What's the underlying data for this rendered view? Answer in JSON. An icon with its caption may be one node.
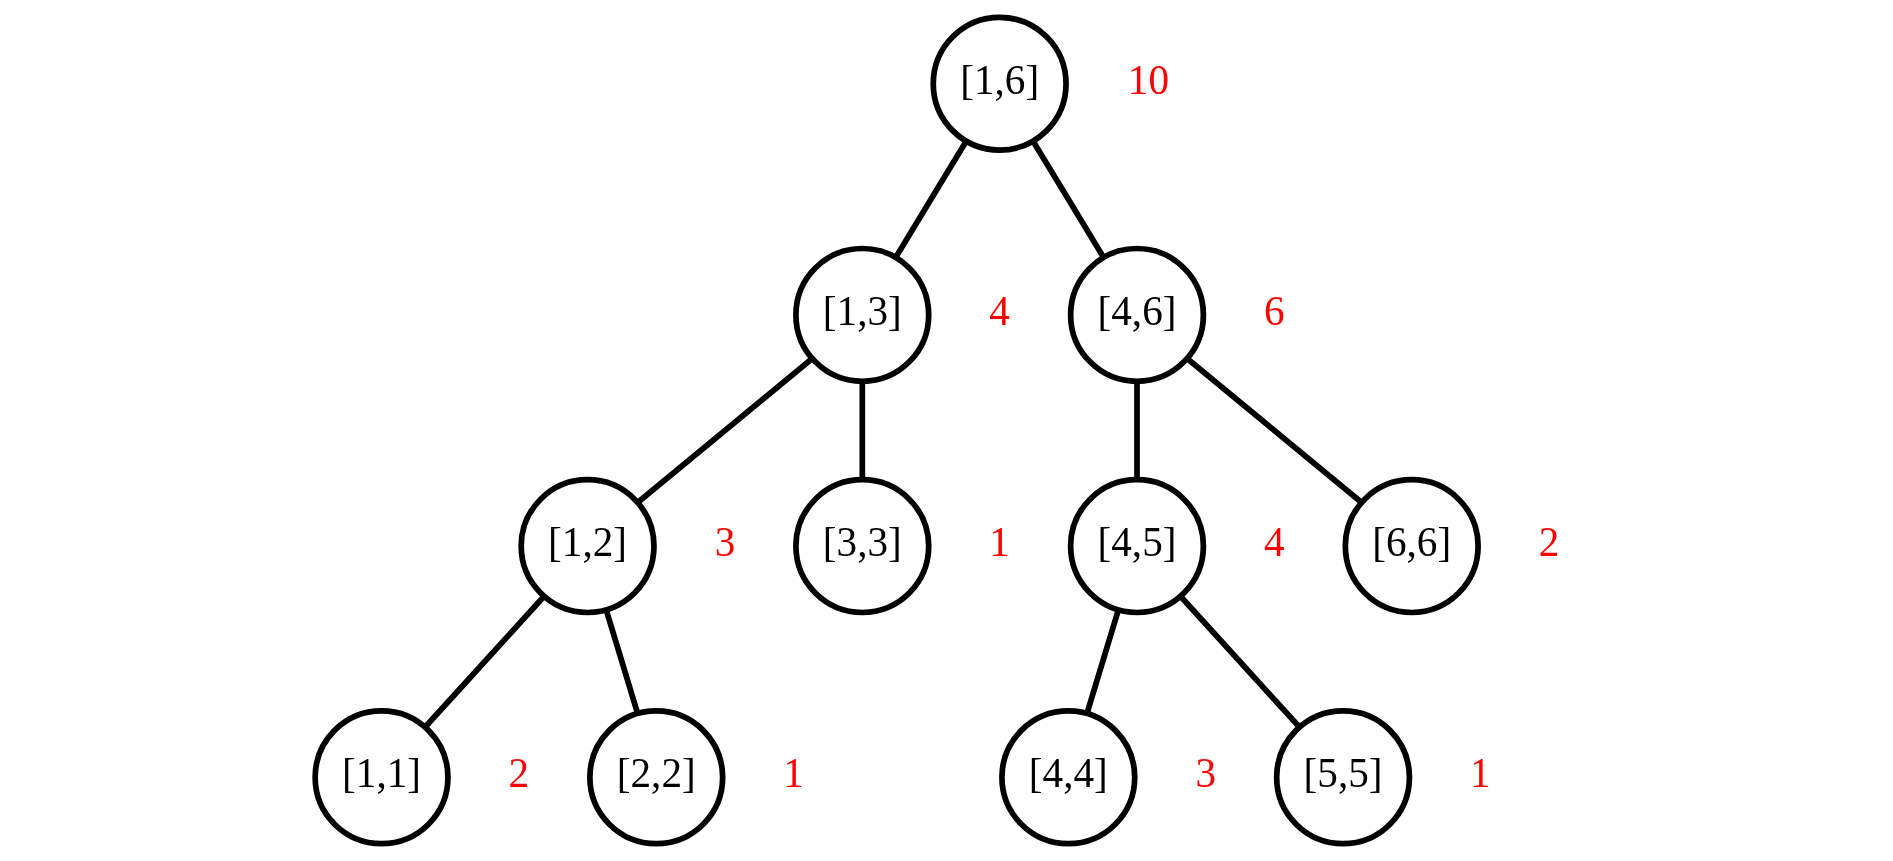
{
  "diagram": {
    "nodes": [
      {
        "text": [
          "[1,6]"
        ],
        "beside": [
          "10"
        ]
      },
      {
        "text": [
          "[1,3]"
        ],
        "beside": [
          "4"
        ]
      },
      {
        "text": [
          "[4,6]"
        ],
        "beside": [
          "6"
        ]
      },
      {
        "text": [
          "[1,2]"
        ],
        "beside": [
          "3"
        ]
      },
      {
        "text": [
          "[3,3]"
        ],
        "beside": [
          "1"
        ]
      },
      {
        "text": [
          "[4,5]"
        ],
        "beside": [
          "4"
        ]
      },
      {
        "text": [
          "[6,6]"
        ],
        "beside": [
          "2"
        ]
      },
      {
        "text": [
          "[1,1]"
        ],
        "beside": [
          "2"
        ]
      },
      {
        "text": [
          "[2,2]"
        ],
        "beside": [
          "1"
        ]
      },
      {
        "text": [
          "[4,4]"
        ],
        "beside": [
          "3"
        ]
      },
      {
        "text": [
          "[5,5]"
        ],
        "beside": [
          "1"
        ]
      }
    ],
    "edges": [
      {
        "from": 0,
        "to": 1,
        "arrow": "none"
      },
      {
        "from": 0,
        "to": 2,
        "arrow": "none"
      },
      {
        "from": 1,
        "to": 3,
        "arrow": "none"
      },
      {
        "from": 1,
        "to": 4,
        "arrow": "none"
      },
      {
        "from": 2,
        "to": 5,
        "arrow": "none"
      },
      {
        "from": 2,
        "to": 6,
        "arrow": "none"
      },
      {
        "from": 3,
        "to": 7,
        "arrow": "none"
      },
      {
        "from": 3,
        "to": 8,
        "arrow": "none"
      },
      {
        "from": 5,
        "to": 9,
        "arrow": "none"
      },
      {
        "from": 5,
        "to": 10,
        "arrow": "none"
      }
    ]
  }
}
